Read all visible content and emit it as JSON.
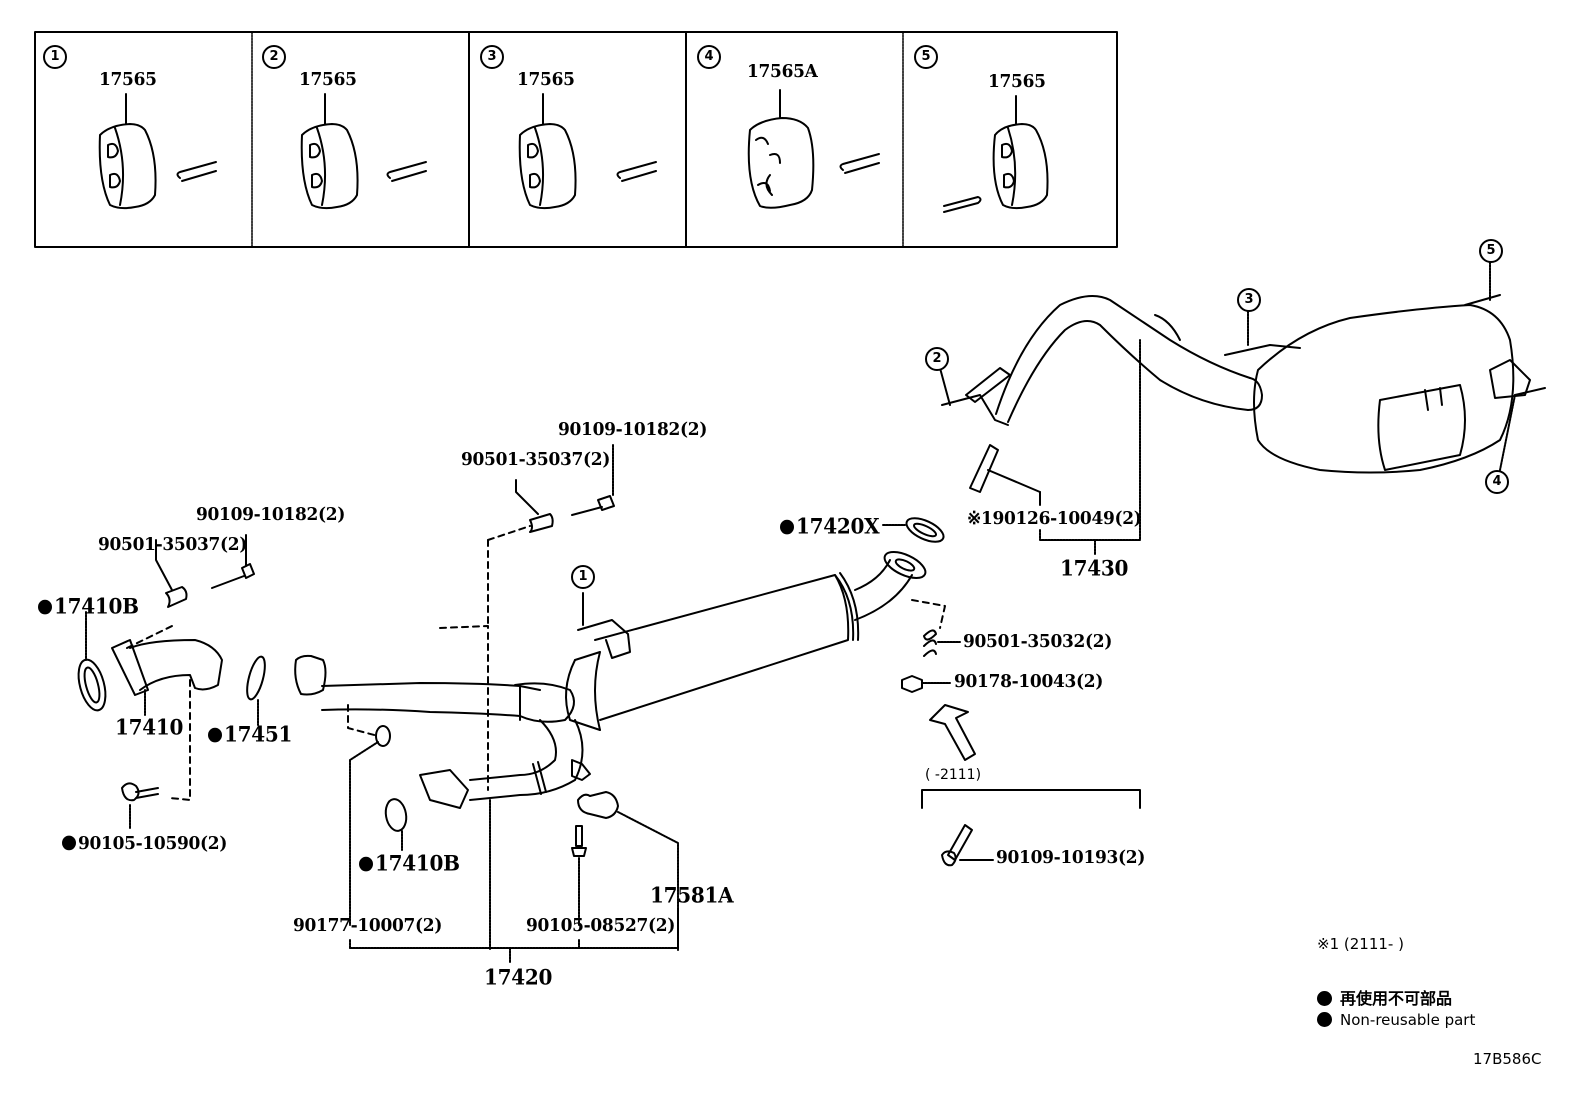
{
  "diagram": {
    "title_code": "17B586C",
    "colors": {
      "ink": "#000000",
      "background": "#ffffff"
    },
    "insets": [
      {
        "index": "1",
        "part_number": "17565"
      },
      {
        "index": "2",
        "part_number": "17565"
      },
      {
        "index": "3",
        "part_number": "17565"
      },
      {
        "index": "4",
        "part_number": "17565A"
      },
      {
        "index": "5",
        "part_number": "17565"
      }
    ],
    "callouts": {
      "c1": "1",
      "c2": "2",
      "c3": "3",
      "c4": "4",
      "c5": "5"
    },
    "labels": {
      "front_bolt": "90109-10182(2)",
      "front_spring": "90501-35037(2)",
      "gasket_17410b_left": "17410B",
      "pipe_17410": "17410",
      "gasket_17451": "17451",
      "bolt_90105_10590": "90105-10590(2)",
      "center_bolt": "90109-10182(2)",
      "center_spring": "90501-35037(2)",
      "gasket_17410b_center": "17410B",
      "nut_90177": "90177-10007(2)",
      "bolt_90105_08527": "90105-08527(2)",
      "hanger_17581a": "17581A",
      "pipe_17420": "17420",
      "gasket_17420x": "17420X",
      "stud_90126": "※190126-10049(2)",
      "tail_17430": "17430",
      "spring_90501_35032": "90501-35032(2)",
      "nut_90178": "90178-10043(2)",
      "range_before": "(      -2111)",
      "bolt_90109_10193": "90109-10193(2)"
    },
    "notes": {
      "range_note": "※1 (2111-       )",
      "legend_jp": "再使用不可部品",
      "legend_en": "Non-reusable part"
    },
    "non_reusable_marker": "filled-circle-icon"
  }
}
